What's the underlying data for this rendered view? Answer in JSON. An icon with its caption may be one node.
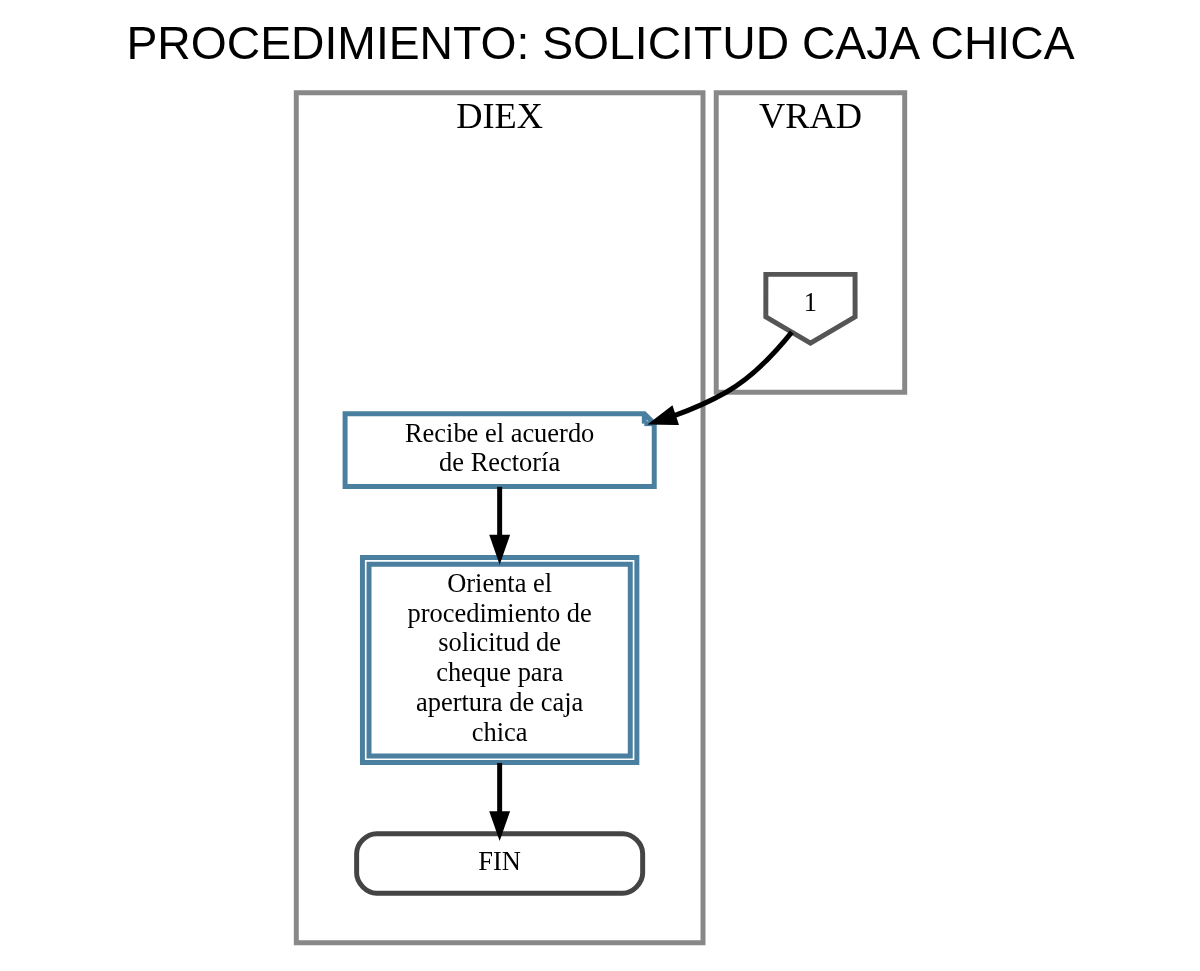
{
  "diagram": {
    "title": "PROCEDIMIENTO: SOLICITUD CAJA CHICA",
    "nodes": [
      {
        "text": [
          "DIEX"
        ]
      },
      {
        "text": [
          "VRAD"
        ]
      },
      {
        "text": [
          "1"
        ],
        "in": 1
      },
      {
        "text": [
          "Recibe el acuerdo de Rectoría"
        ],
        "in": 0
      },
      {
        "text": [
          "Orienta el procedimiento de solicitud de cheque para apertura de caja chica"
        ],
        "in": 0
      },
      {
        "text": [
          "FIN"
        ],
        "in": 0
      }
    ],
    "edges": [
      {
        "from": 2,
        "to": 3,
        "arrow": "to"
      },
      {
        "from": 3,
        "to": 4,
        "arrow": "to"
      },
      {
        "from": 4,
        "to": 5,
        "arrow": "to"
      }
    ]
  }
}
